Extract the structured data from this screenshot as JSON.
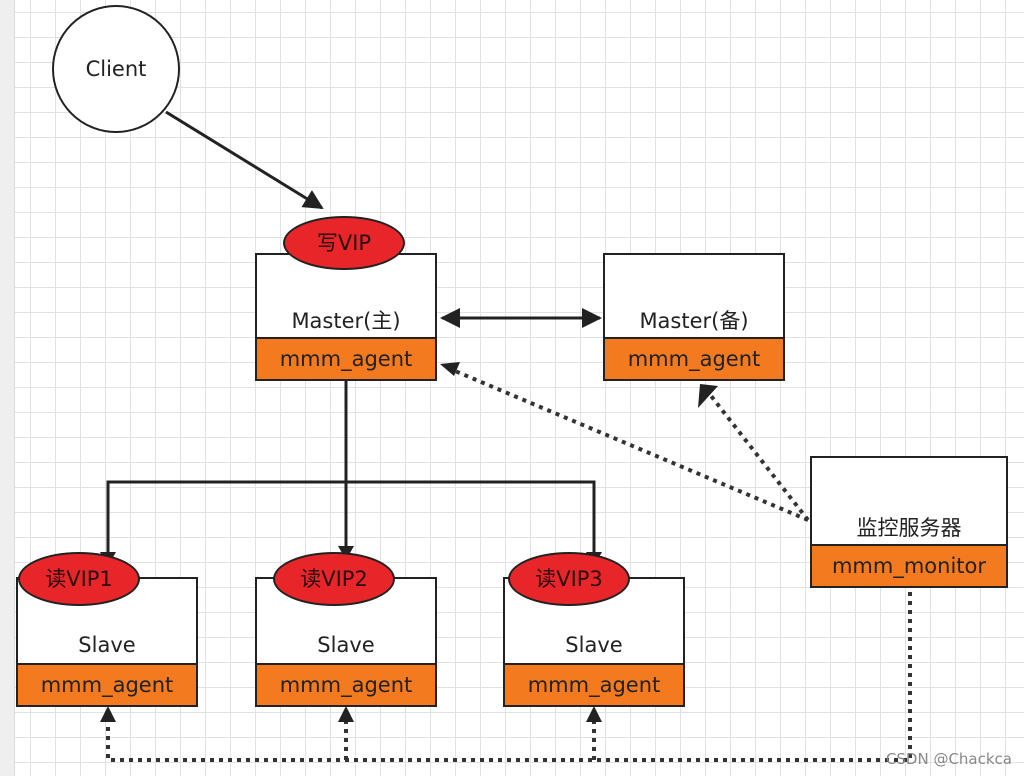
{
  "client": {
    "label": "Client"
  },
  "master_primary": {
    "label": "Master(主)",
    "agent": "mmm_agent",
    "vip": "写VIP"
  },
  "master_backup": {
    "label": "Master(备)",
    "agent": "mmm_agent"
  },
  "monitor": {
    "label": "监控服务器",
    "agent": "mmm_monitor"
  },
  "slaves": [
    {
      "label": "Slave",
      "agent": "mmm_agent",
      "vip": "读VIP1"
    },
    {
      "label": "Slave",
      "agent": "mmm_agent",
      "vip": "读VIP2"
    },
    {
      "label": "Slave",
      "agent": "mmm_agent",
      "vip": "读VIP3"
    }
  ],
  "colors": {
    "vip_fill": "#e8262a",
    "agent_fill": "#f47a1f",
    "line": "#222222"
  },
  "watermark": "CSDN @Chackca"
}
